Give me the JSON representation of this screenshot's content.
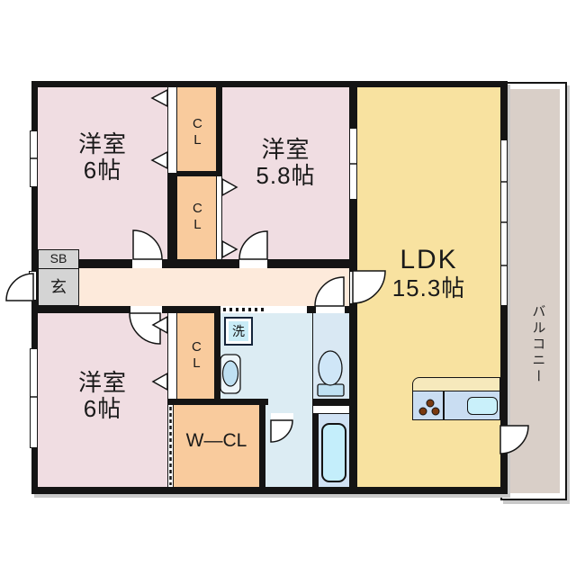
{
  "type": "apartment_floor_plan",
  "rooms": {
    "bedroom_top_left": {
      "label": "洋室",
      "size": "6帖"
    },
    "bedroom_top_center": {
      "label": "洋室",
      "size": "5.8帖"
    },
    "bedroom_bottom_left": {
      "label": "洋室",
      "size": "6帖"
    },
    "ldk": {
      "label": "LDK",
      "size": "15.3帖"
    },
    "balcony": {
      "label": "バルコニー"
    },
    "closet_top": {
      "label": "CL"
    },
    "closet_middle": {
      "label": "CL"
    },
    "closet_bottom": {
      "label": "CL"
    },
    "walk_in_closet": {
      "label": "W—CL"
    },
    "shoe_box": {
      "label": "SB"
    },
    "entrance": {
      "label": "玄"
    },
    "washing_machine": {
      "label": "洗"
    }
  },
  "colors": {
    "wall": "#141414",
    "bedroom_pink": "#f0dde2",
    "closet_orange": "#f9cb9d",
    "ldk_yellow": "#f8e2a0",
    "hallway_cream": "#fdeadb",
    "washroom_blue": "#dcecf3",
    "toilet_blue": "#d9e8f3",
    "bathroom_blue": "#d0e2f4",
    "tub_fill": "#c4eefb",
    "washer_fill": "#c9ecf7",
    "balcony_tan": "#d9cfc8",
    "entrance_grey": "#d4d4d4",
    "counter_top": "#f6e9bc",
    "counter_cabinet": "#c9ddf2",
    "kitchen_sink": "#c9f0fa",
    "burner_brown": "#7a3a10",
    "fixture_blue": "#bfe0f2"
  }
}
